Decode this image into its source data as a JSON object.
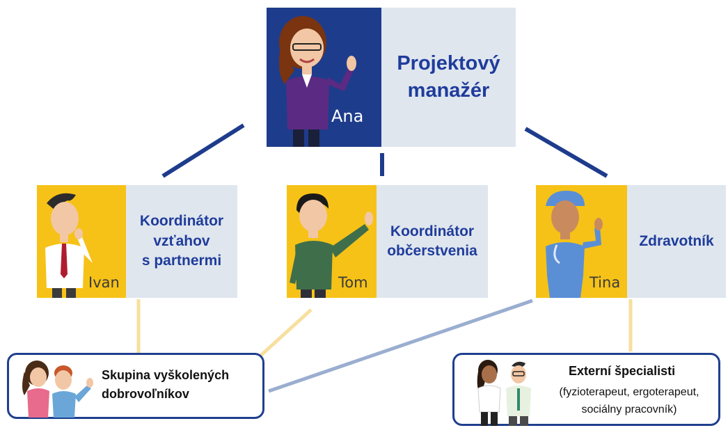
{
  "manager": {
    "name": "Ana",
    "role": "Projektový\nmanažér"
  },
  "coordinators": [
    {
      "name": "Ivan",
      "role": "Koordinátor\nvzťahov\ns partnermi"
    },
    {
      "name": "Tom",
      "role": "Koordinátor\nobčerstvenia"
    },
    {
      "name": "Tina",
      "role": "Zdravotník"
    }
  ],
  "groups": {
    "volunteers": {
      "title": "Skupina vyškolených\ndobrovoľníkov"
    },
    "specialists": {
      "title": "Externí špecialisti",
      "subtitle": "(fyzioterapeut, ergoterapeut,\nsociálny pracovník)"
    }
  },
  "colors": {
    "manager_portrait_bg": "#1e3c8c",
    "coordinator_portrait_bg": "#f6c217",
    "label_bg": "#dfe6ee",
    "role_text": "#1f3c9b",
    "primary_line": "#1e3c8c",
    "secondary_line": "#f7df9e",
    "tertiary_line": "#9aaed0"
  }
}
